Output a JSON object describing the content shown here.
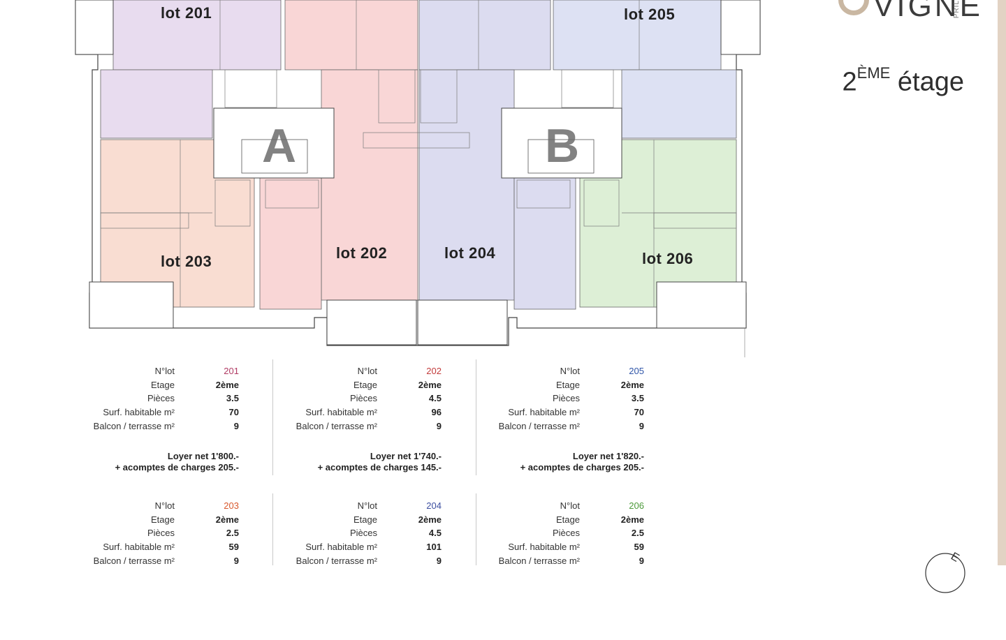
{
  "brand": {
    "name": "VIGNE",
    "subtitle": "PRIL"
  },
  "floor_title": {
    "ordinal": "2",
    "suffix": "ÈME",
    "word": "étage"
  },
  "plan": {
    "stairs": [
      {
        "letter": "A"
      },
      {
        "letter": "B"
      }
    ],
    "lots": [
      {
        "label": "lot 201",
        "color": "#e8dcef"
      },
      {
        "label": "lot 205",
        "color": "#dde1f3"
      },
      {
        "label": "lot 203",
        "color": "#f9ddd2"
      },
      {
        "label": "lot 202",
        "color": "#f9d6d6"
      },
      {
        "label": "lot 204",
        "color": "#dcdcf0"
      },
      {
        "label": "lot 206",
        "color": "#ddefd6"
      }
    ]
  },
  "labels": {
    "lot": "N°lot",
    "etage": "Etage",
    "pieces": "Pièces",
    "surface": "Surf. habitable m²",
    "balcon": "Balcon / terrasse m²"
  },
  "cards": [
    {
      "lot": "201",
      "lot_color": "#b03a63",
      "etage": "2ème",
      "pieces": "3.5",
      "surface": "70",
      "balcon": "9",
      "rent_line1": "Loyer net 1'800.-",
      "rent_line2": "+ acomptes de charges 205.-"
    },
    {
      "lot": "202",
      "lot_color": "#c23b3b",
      "etage": "2ème",
      "pieces": "4.5",
      "surface": "96",
      "balcon": "9",
      "rent_line1": "Loyer net 1'740.-",
      "rent_line2": "+ acomptes de charges 145.-"
    },
    {
      "lot": "205",
      "lot_color": "#2f55a8",
      "etage": "2ème",
      "pieces": "3.5",
      "surface": "70",
      "balcon": "9",
      "rent_line1": "Loyer net 1'820.-",
      "rent_line2": "+ acomptes de charges 205.-"
    },
    {
      "lot": "203",
      "lot_color": "#d9582c",
      "etage": "2ème",
      "pieces": "2.5",
      "surface": "59",
      "balcon": "9"
    },
    {
      "lot": "204",
      "lot_color": "#3d4fa0",
      "etage": "2ème",
      "pieces": "4.5",
      "surface": "101",
      "balcon": "9"
    },
    {
      "lot": "206",
      "lot_color": "#4c9a3a",
      "etage": "2ème",
      "pieces": "2.5",
      "surface": "59",
      "balcon": "9"
    }
  ]
}
